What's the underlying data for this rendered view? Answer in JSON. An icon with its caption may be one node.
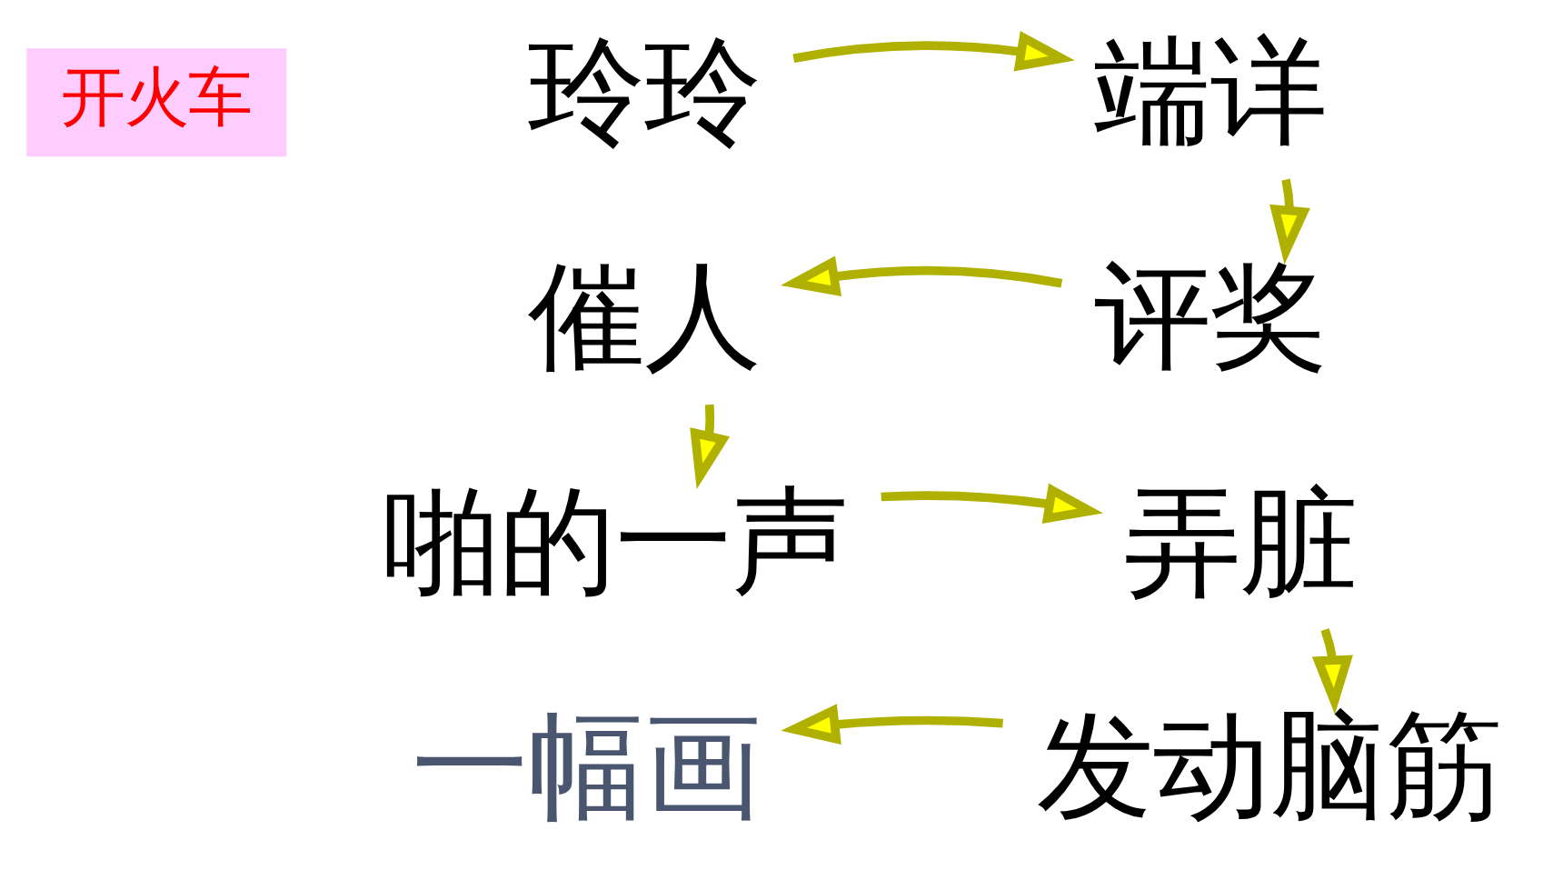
{
  "diagram": {
    "nodes": [
      {
        "text": [
          "开火车"
        ]
      },
      {
        "text": [
          "玲玲"
        ]
      },
      {
        "text": [
          "端详"
        ]
      },
      {
        "text": [
          "评奖"
        ]
      },
      {
        "text": [
          "催人"
        ]
      },
      {
        "text": [
          "啪的一声"
        ]
      },
      {
        "text": [
          "弄脏"
        ]
      },
      {
        "text": [
          "发动脑筋"
        ]
      },
      {
        "text": [
          "一幅画"
        ]
      }
    ],
    "edges": [
      {
        "from": 1,
        "to": 2,
        "arrow": "to"
      },
      {
        "from": 2,
        "to": 3,
        "arrow": "to"
      },
      {
        "from": 3,
        "to": 4,
        "arrow": "to"
      },
      {
        "from": 4,
        "to": 5,
        "arrow": "to"
      },
      {
        "from": 5,
        "to": 6,
        "arrow": "to"
      },
      {
        "from": 6,
        "to": 7,
        "arrow": "to"
      },
      {
        "from": 7,
        "to": 8,
        "arrow": "to"
      }
    ]
  }
}
